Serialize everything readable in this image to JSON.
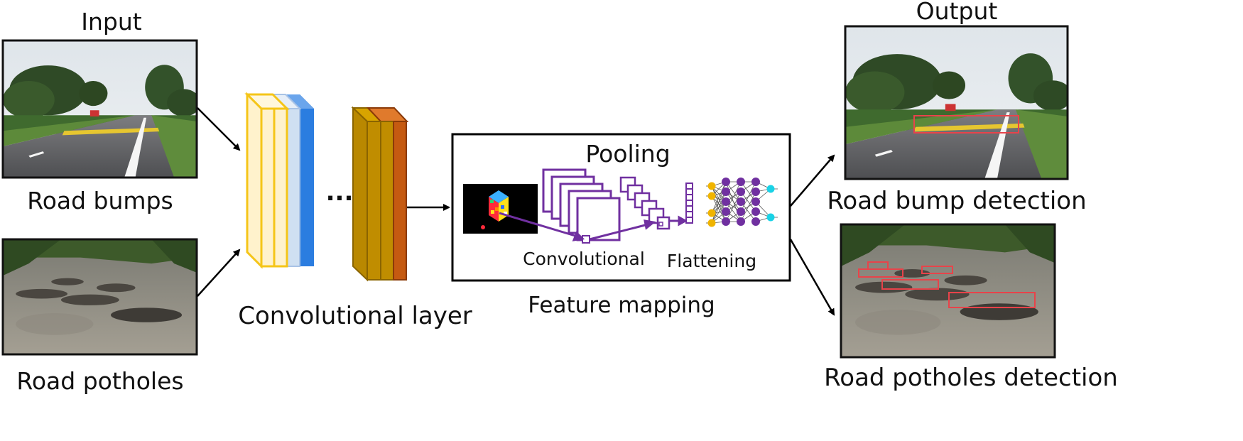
{
  "input": {
    "title": "Input",
    "bumps_label": "Road bumps",
    "potholes_label": "Road potholes"
  },
  "conv_layer": {
    "label": "Convolutional layer",
    "ellipsis": "..."
  },
  "feature_box": {
    "pooling": "Pooling",
    "convolutional": "Convolutional",
    "flattening": "Flattening",
    "label": "Feature mapping"
  },
  "output": {
    "title": "Output",
    "bump_detection": "Road bump detection",
    "pothole_detection": "Road potholes detection"
  },
  "colors": {
    "conv_yellow": "#f5c518",
    "conv_light": "#fff2cc",
    "conv_pale_blue": "#cfe0f2",
    "conv_blue": "#2b7de0",
    "conv_gold": "#c08d00",
    "conv_orange": "#c55a11",
    "pooling_purple": "#7030a0",
    "nn_yellow": "#f0b400",
    "nn_cyan": "#19d2e6",
    "detection_red": "#e8434a"
  }
}
